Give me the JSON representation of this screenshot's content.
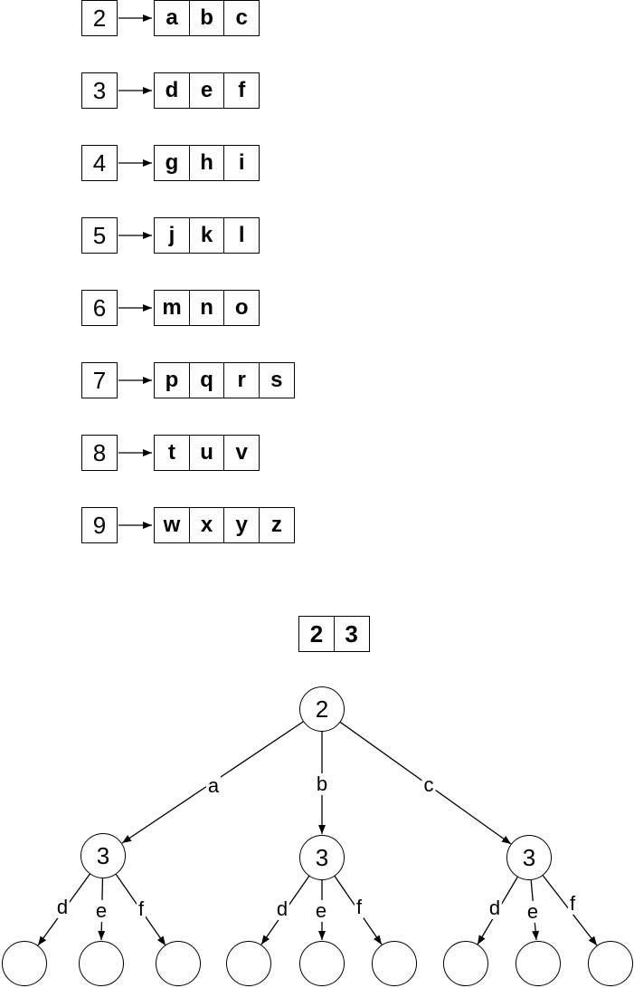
{
  "keypad": {
    "rows": [
      {
        "digit": "2",
        "letters": [
          "a",
          "b",
          "c"
        ]
      },
      {
        "digit": "3",
        "letters": [
          "d",
          "e",
          "f"
        ]
      },
      {
        "digit": "4",
        "letters": [
          "g",
          "h",
          "i"
        ]
      },
      {
        "digit": "5",
        "letters": [
          "j",
          "k",
          "l"
        ]
      },
      {
        "digit": "6",
        "letters": [
          "m",
          "n",
          "o"
        ]
      },
      {
        "digit": "7",
        "letters": [
          "p",
          "q",
          "r",
          "s"
        ]
      },
      {
        "digit": "8",
        "letters": [
          "t",
          "u",
          "v"
        ]
      },
      {
        "digit": "9",
        "letters": [
          "w",
          "x",
          "y",
          "z"
        ]
      }
    ]
  },
  "trie": {
    "input_cells": [
      "2",
      "3"
    ],
    "root_label": "2",
    "branches": [
      {
        "edge_label": "a",
        "node_label": "3",
        "leaf_edge_labels": [
          "d",
          "e",
          "f"
        ]
      },
      {
        "edge_label": "b",
        "node_label": "3",
        "leaf_edge_labels": [
          "d",
          "e",
          "f"
        ]
      },
      {
        "edge_label": "c",
        "node_label": "3",
        "leaf_edge_labels": [
          "d",
          "e",
          "f"
        ]
      }
    ],
    "leaf_count": 9
  },
  "colors": {
    "stroke": "#000000",
    "background": "#ffffff",
    "text": "#000000"
  }
}
